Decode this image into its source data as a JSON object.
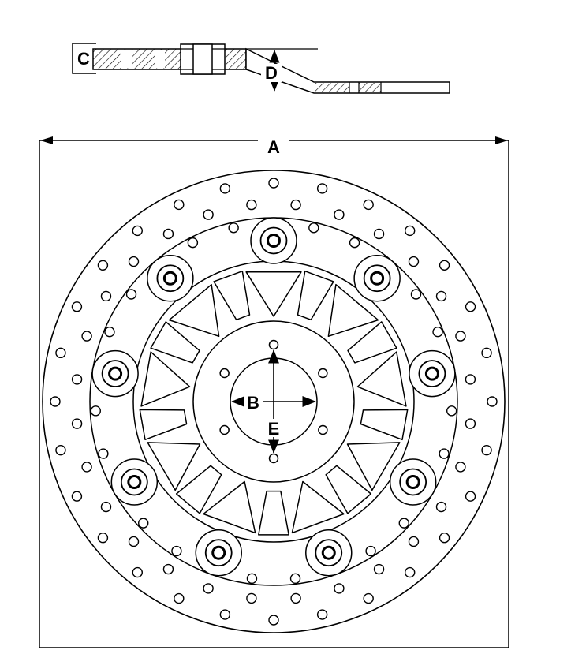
{
  "diagram": {
    "labels": {
      "A": "A",
      "B": "B",
      "C": "C",
      "D": "D",
      "E": "E"
    },
    "part_features": {
      "floating_button_count": 9,
      "mounting_hole_count": 6,
      "brake_band_hole_rings": [
        {
          "count": 28
        },
        {
          "count": 28
        },
        {
          "count": 18
        }
      ]
    },
    "colors": {
      "line": "#000000",
      "background": "#ffffff"
    }
  }
}
